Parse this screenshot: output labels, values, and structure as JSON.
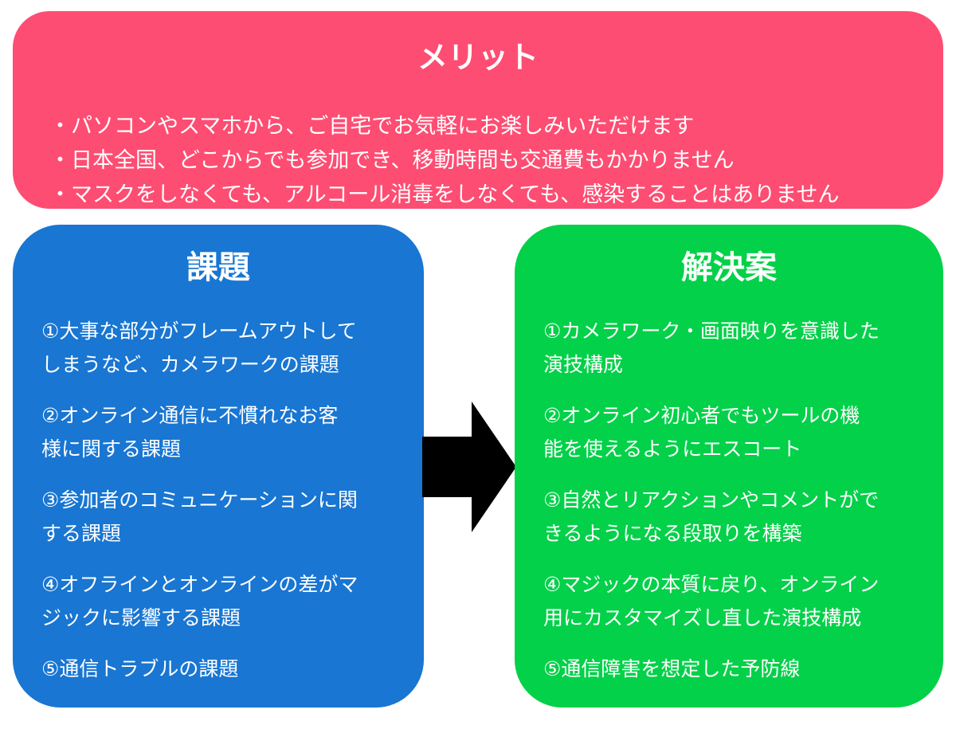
{
  "merit": {
    "title": "メリット",
    "lines": [
      "・パソコンやスマホから、ご自宅でお気軽にお楽しみいただけます",
      "・日本全国、どこからでも参加でき、移動時間も交通費もかかりません",
      "・マスクをしなくても、アルコール消毒をしなくても、感染することはありません"
    ]
  },
  "problems": {
    "title": "課題",
    "items": [
      [
        "①大事な部分がフレームアウトして",
        "しまうなど、カメラワークの課題"
      ],
      [
        "②オンライン通信に不慣れなお客",
        "様に関する課題"
      ],
      [
        "③参加者のコミュニケーションに関",
        "する課題"
      ],
      [
        "④オフラインとオンラインの差がマ",
        "ジックに影響する課題"
      ],
      [
        "⑤通信トラブルの課題"
      ]
    ]
  },
  "solutions": {
    "title": "解決案",
    "items": [
      [
        "①カメラワーク・画面映りを意識した",
        "演技構成"
      ],
      [
        "②オンライン初心者でもツールの機",
        "能を使えるようにエスコート"
      ],
      [
        "③自然とリアクションやコメントがで",
        "きるようになる段取りを構築"
      ],
      [
        "④マジックの本質に戻り、オンライン",
        "用にカスタマイズし直した演技構成"
      ],
      [
        "⑤通信障害を想定した予防線"
      ]
    ]
  },
  "arrow": {
    "icon": "right-arrow-icon",
    "color": "#000000"
  },
  "colors": {
    "merit": "#fe4d72",
    "problems": "#1976d2",
    "solutions": "#03d149",
    "text": "#ffffff"
  }
}
